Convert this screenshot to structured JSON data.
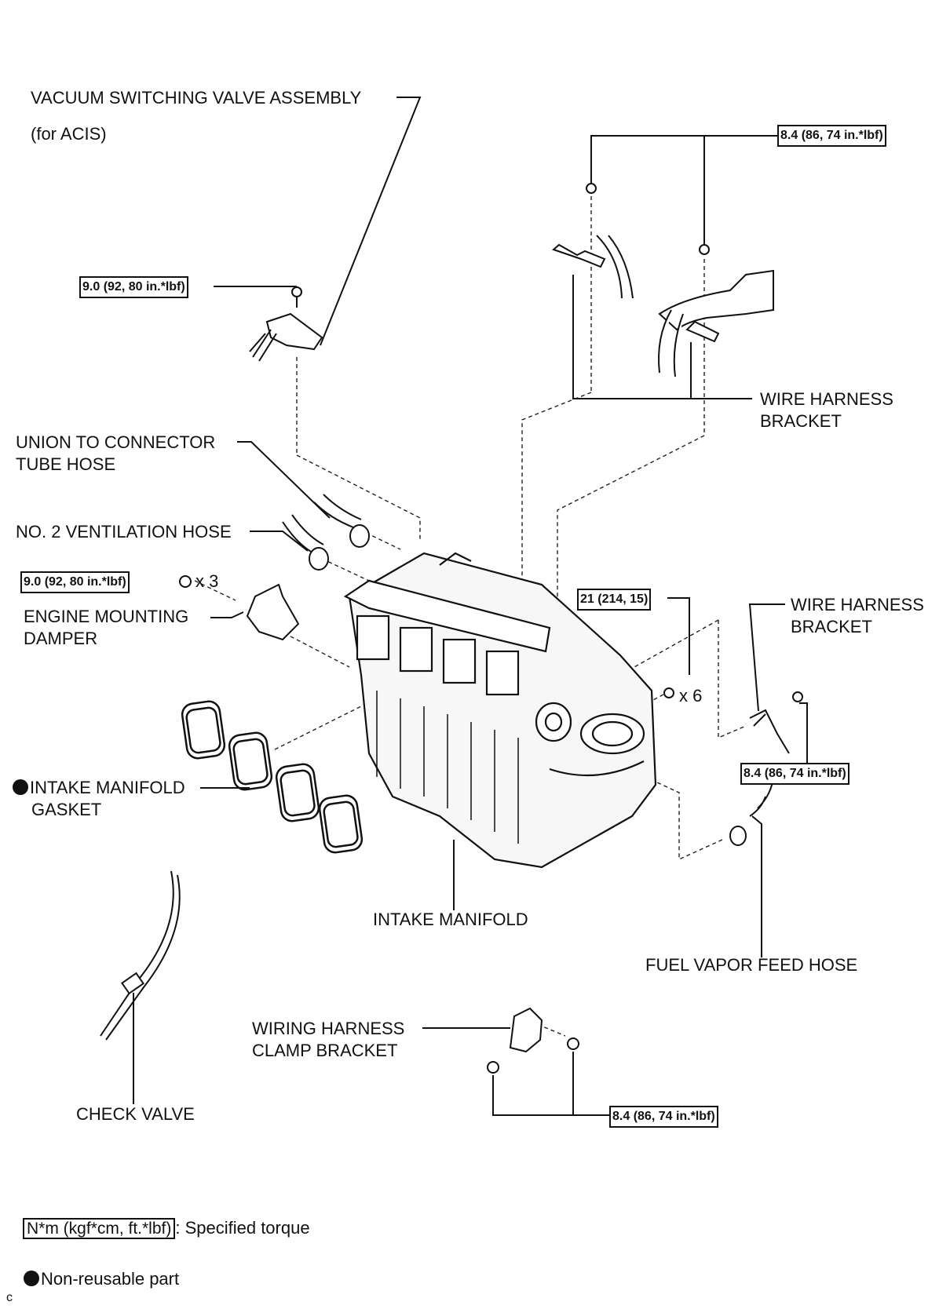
{
  "labels": {
    "vsv_line1": "VACUUM SWITCHING VALVE ASSEMBLY",
    "vsv_line2": "(for ACIS)",
    "union_line1": "UNION TO CONNECTOR",
    "union_line2": "TUBE HOSE",
    "no2_vent": "NO. 2 VENTILATION HOSE",
    "engine_damper_line1": "ENGINE MOUNTING",
    "engine_damper_line2": "DAMPER",
    "gasket_line1": "INTAKE MANIFOLD",
    "gasket_line2": "GASKET",
    "intake_manifold": "INTAKE MANIFOLD",
    "wire_bracket_top_line1": "WIRE HARNESS",
    "wire_bracket_top_line2": "BRACKET",
    "wire_bracket_right_line1": "WIRE HARNESS",
    "wire_bracket_right_line2": "BRACKET",
    "fuel_vapor": "FUEL VAPOR FEED HOSE",
    "clamp_bracket_line1": "WIRING HARNESS",
    "clamp_bracket_line2": "CLAMP BRACKET",
    "check_valve": "CHECK VALVE",
    "x3": "x 3",
    "x6": "x 6"
  },
  "torque": {
    "top_right": "8.4 (86, 74 in.*lbf)",
    "vsv": "9.0 (92, 80 in.*lbf)",
    "damper": "9.0 (92, 80 in.*lbf)",
    "manifold": "21 (214, 15)",
    "right_bracket": "8.4 (86, 74 in.*lbf)",
    "clamp": "8.4 (86, 74 in.*lbf)"
  },
  "legend": {
    "torque_box": "N*m (kgf*cm, ft.*lbf)",
    "torque_text": ": Specified torque",
    "nonreusable_text": "Non-reusable part"
  },
  "corner": "c"
}
